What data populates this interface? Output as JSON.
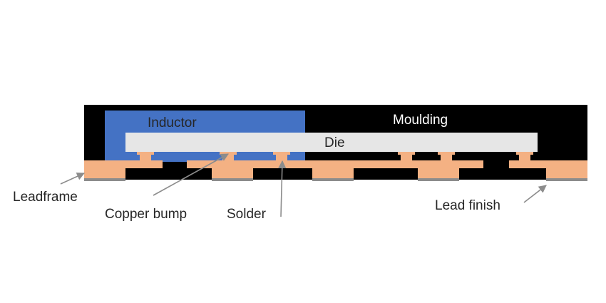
{
  "labels": {
    "inductor": "Inductor",
    "moulding": "Moulding",
    "die": "Die",
    "leadframe": "Leadframe",
    "copper_bump": "Copper bump",
    "solder": "Solder",
    "lead_finish": "Lead finish"
  },
  "colors": {
    "moulding": "#000000",
    "inductor": "#4472c4",
    "die": "#e6e6e6",
    "copper": "#f4b183",
    "lead_finish": "#8c8c8c",
    "arrow": "#8c8c8c",
    "text_dark": "#262626",
    "text_light": "#ffffff"
  }
}
